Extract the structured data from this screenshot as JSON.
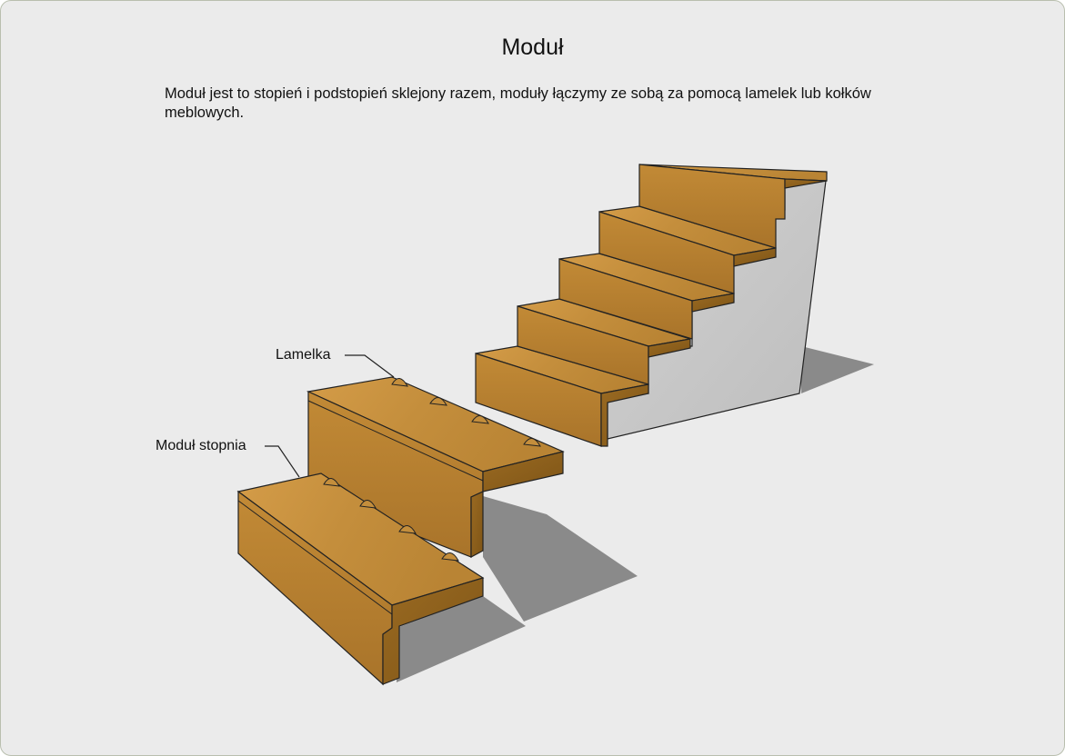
{
  "title": "Moduł",
  "description": "Moduł jest to stopień i podstopień sklejony razem, moduły łączymy ze sobą za pomocą lamelek lub kołków meblowych.",
  "labels": {
    "lamelka": "Lamelka",
    "modul_stopnia": "Moduł stopnia"
  },
  "colors": {
    "background": "#ebebeb",
    "border": "#b9bfae",
    "wood_light": "#c48e3c",
    "wood_mid": "#b07a2a",
    "wood_dark": "#8c5c18",
    "concrete": "#c9c9c9",
    "shadow": "#8a8a8a"
  }
}
